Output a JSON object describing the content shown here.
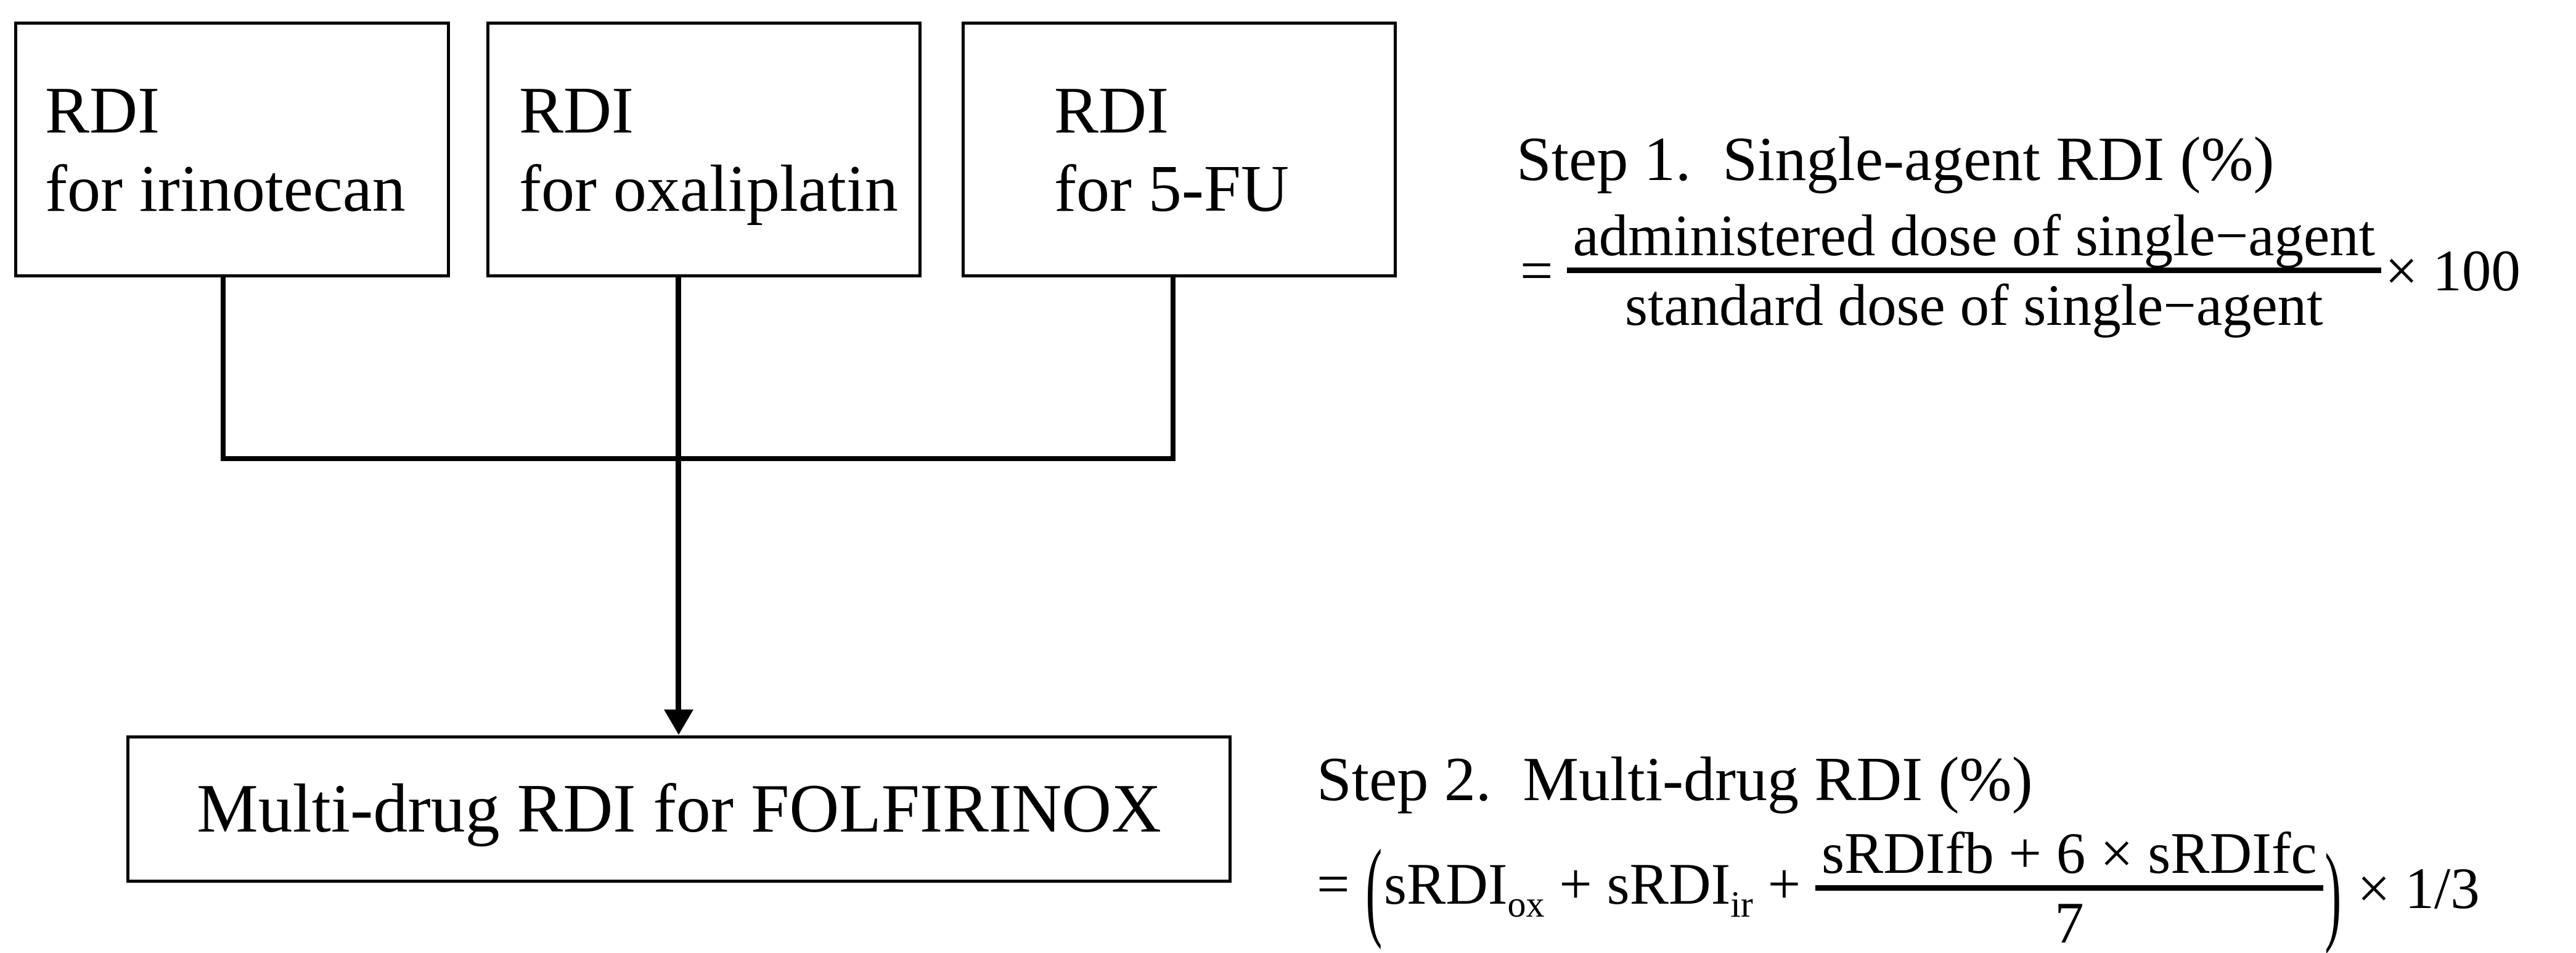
{
  "figure": {
    "background_color": "#ffffff",
    "line_color": "#000000",
    "text_color": "#000000"
  },
  "flowchart": {
    "input_boxes": [
      {
        "line1": "RDI",
        "line2": "for irinotecan"
      },
      {
        "line1": "RDI",
        "line2": "for oxaliplatin"
      },
      {
        "line1": "RDI",
        "line2": "for 5-FU"
      }
    ],
    "output_box": {
      "label": "Multi-drug RDI for FOLFIRINOX"
    }
  },
  "step1": {
    "heading": "Step 1.  Single-agent RDI (%)",
    "equals": "=",
    "fraction_numerator": "administered dose of single−agent",
    "fraction_denominator": "standard dose of single−agent",
    "multiplier": "× 100"
  },
  "step2": {
    "heading": "Step 2.  Multi-drug RDI (%)",
    "equals": "= ",
    "open_paren": "(",
    "term1": "sRDI",
    "term1_subscript": "ox",
    "plus1": " + ",
    "term2": "sRDI",
    "term2_subscript": "ir",
    "plus2": " + ",
    "fraction_numerator": "sRDIfb + 6 × sRDIfc",
    "fraction_denominator": "7",
    "close_paren": ")",
    "multiplier": " × 1/3"
  }
}
